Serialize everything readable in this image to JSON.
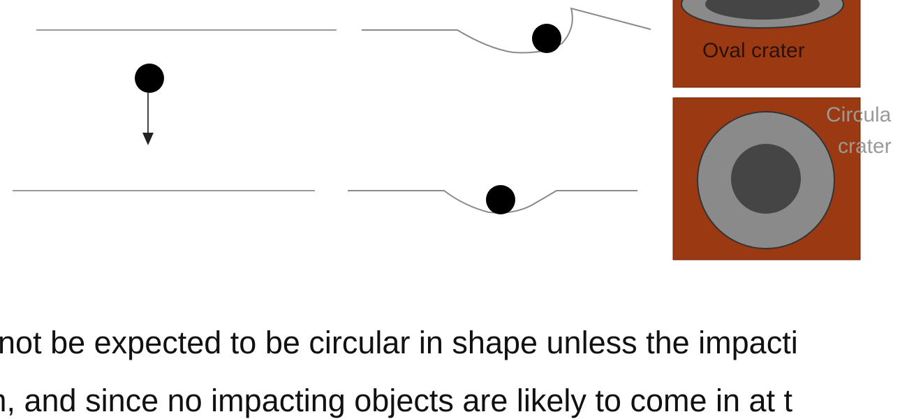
{
  "colors": {
    "crater_panel": "#9b3a12",
    "crater_rim": "#8a8a8a",
    "crater_floor": "#454545",
    "impactor": "#000000",
    "surface_line": "#9a9a9a"
  },
  "labels": {
    "oval_crater": "Oval crater",
    "circular_crater_line1": "Circula",
    "circular_crater_line2": "crater"
  },
  "caption": {
    "line1": "nnot be expected to be circular in shape unless the impacti",
    "line2": "m, and since no impacting objects are likely to come in at t"
  },
  "icons": [
    "impactor-ball",
    "down-arrow"
  ]
}
